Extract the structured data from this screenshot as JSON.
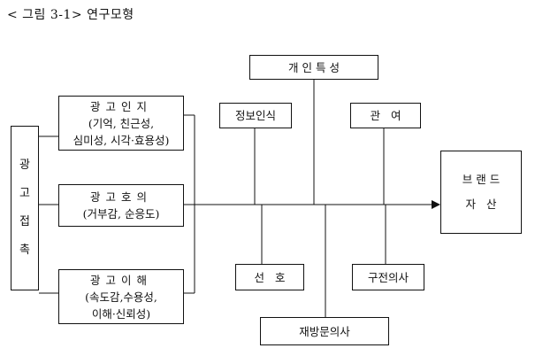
{
  "title": "< 그림 3-1> 연구모형",
  "left_vertical_box": {
    "chars": [
      "광",
      "고",
      "접",
      "촉"
    ]
  },
  "ad_boxes": [
    {
      "heading": "광고인지",
      "detail": "(기억, 친근성,",
      "detail2": "심미성, 시각·효용성)"
    },
    {
      "heading": "광고호의",
      "detail": "(거부감, 순응도)"
    },
    {
      "heading": "광고이해",
      "detail": "(속도감,수용성,",
      "detail2": "이해·신뢰성)"
    }
  ],
  "top_boxes": {
    "personal": "개 인 특 성",
    "info": "정보인식",
    "involvement": "관   여"
  },
  "bottom_boxes": {
    "preference": "선   호",
    "purchase": "구전의사",
    "repurchase": "재방문의사"
  },
  "outcome": {
    "line1": "브 랜 드",
    "line2": "자   산"
  }
}
